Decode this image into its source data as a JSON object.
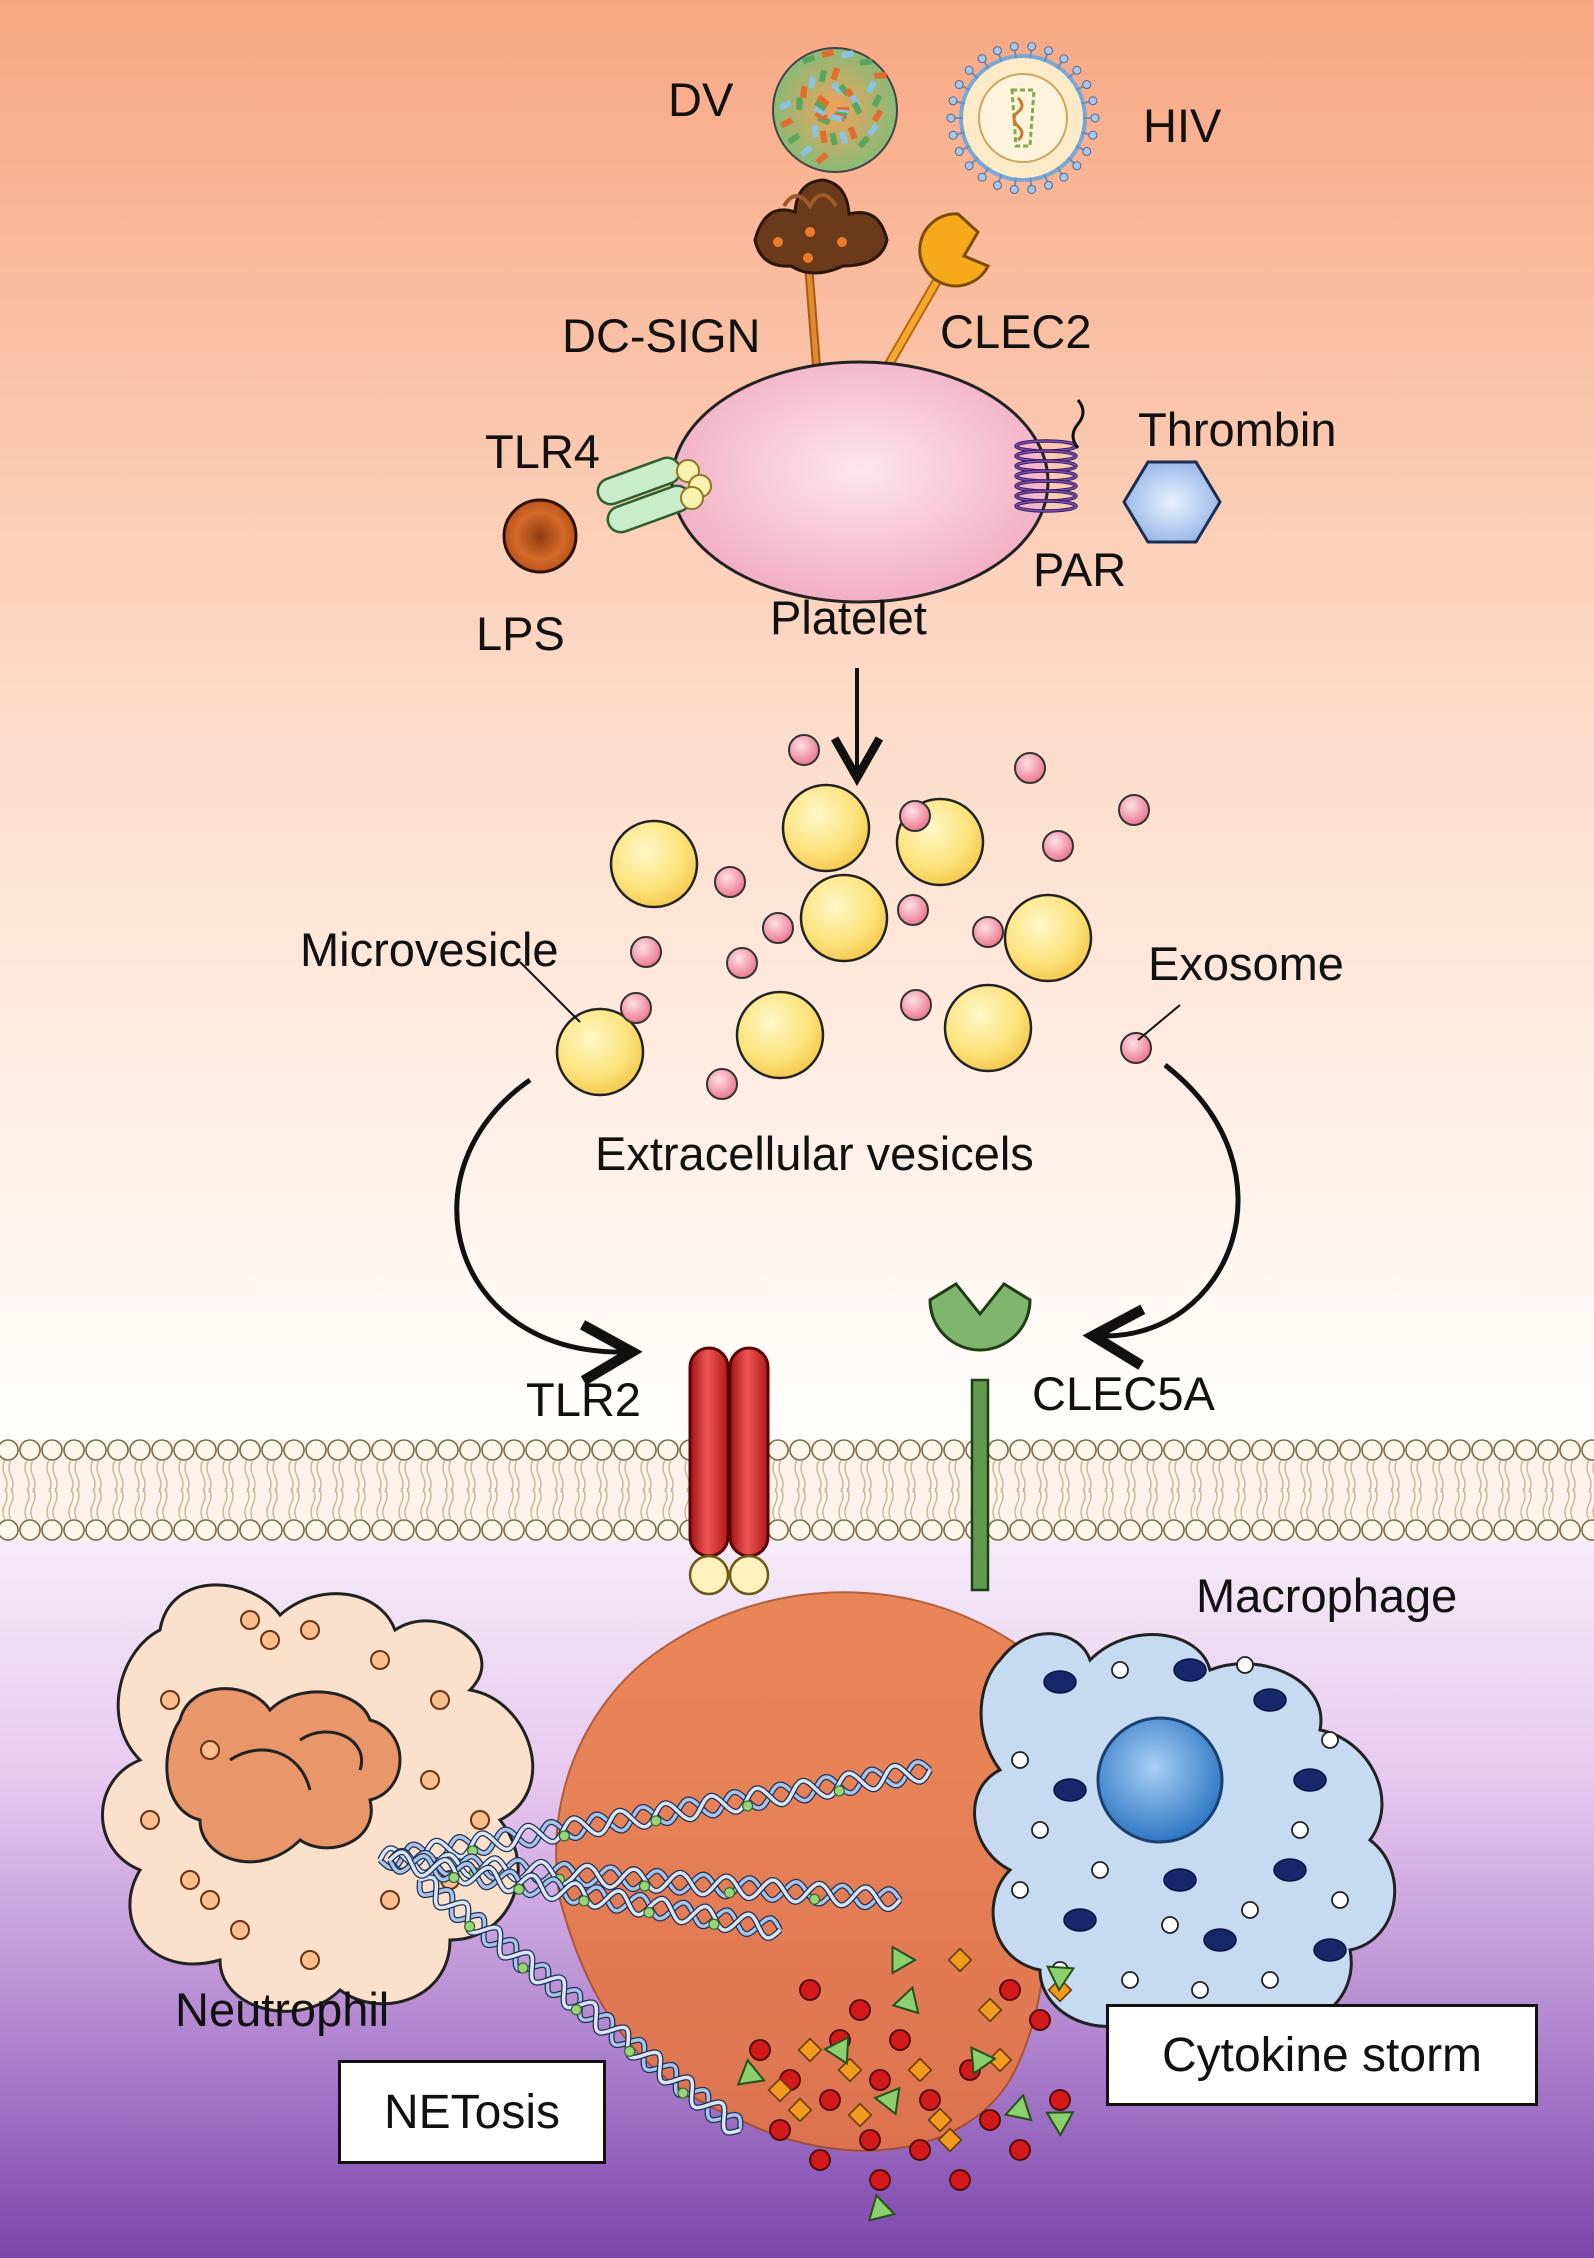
{
  "labels": {
    "dv": "DV",
    "hiv": "HIV",
    "dc_sign": "DC-SIGN",
    "clec2": "CLEC2",
    "tlr4": "TLR4",
    "thrombin": "Thrombin",
    "lps": "LPS",
    "par": "PAR",
    "platelet": "Platelet",
    "microvesicle": "Microvesicle",
    "exosome": "Exosome",
    "extracellular_vesicles": "Extracellular vesicels",
    "tlr2": "TLR2",
    "clec5a": "CLEC5A",
    "macrophage": "Macrophage",
    "neutrophil": "Neutrophil"
  },
  "boxes": {
    "netosis": "NETosis",
    "cytokine_storm": "Cytokine storm"
  },
  "colors": {
    "sky_top": "#f9a985",
    "sky_mid": "#fde3d4",
    "platelet": "#f4b9cb",
    "microvesicle": "#fde27a",
    "exosome": "#ee8098",
    "tlr2": "#d62a2a",
    "clec5a": "#5f9a4e",
    "neutrophil": "#fbe0cc",
    "macrophage": "#bcd4ee",
    "net_cloud": "#e8763d",
    "interior_bottom": "#7b45ac"
  }
}
